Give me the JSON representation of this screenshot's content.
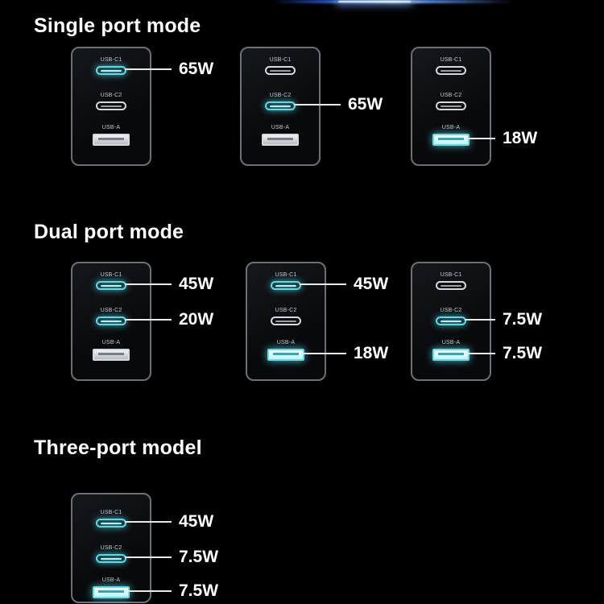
{
  "colors": {
    "background": "#000000",
    "heading_text": "#ffffff",
    "wattage_text": "#ffffff",
    "active_port": "#59dbe9",
    "inactive_port": "#d6dade",
    "charger_outline": "#6a7078",
    "port_label_text": "#c5c9cf",
    "top_streak": "#8fc0ff"
  },
  "sections": [
    {
      "title": "Single port mode",
      "chargers": [
        {
          "ports": [
            {
              "label": "USB-C1",
              "type": "usb-c",
              "active": true,
              "watt": "65W"
            },
            {
              "label": "USB-C2",
              "type": "usb-c",
              "active": false
            },
            {
              "label": "USB-A",
              "type": "usb-a",
              "active": false
            }
          ]
        },
        {
          "ports": [
            {
              "label": "USB-C1",
              "type": "usb-c",
              "active": false
            },
            {
              "label": "USB-C2",
              "type": "usb-c",
              "active": true,
              "watt": "65W"
            },
            {
              "label": "USB-A",
              "type": "usb-a",
              "active": false
            }
          ]
        },
        {
          "ports": [
            {
              "label": "USB-C1",
              "type": "usb-c",
              "active": false
            },
            {
              "label": "USB-C2",
              "type": "usb-c",
              "active": false
            },
            {
              "label": "USB-A",
              "type": "usb-a",
              "active": true,
              "watt": "18W"
            }
          ]
        }
      ]
    },
    {
      "title": "Dual port mode",
      "chargers": [
        {
          "ports": [
            {
              "label": "USB-C1",
              "type": "usb-c",
              "active": true,
              "watt": "45W"
            },
            {
              "label": "USB-C2",
              "type": "usb-c",
              "active": true,
              "watt": "20W"
            },
            {
              "label": "USB-A",
              "type": "usb-a",
              "active": false
            }
          ]
        },
        {
          "ports": [
            {
              "label": "USB-C1",
              "type": "usb-c",
              "active": true,
              "watt": "45W"
            },
            {
              "label": "USB-C2",
              "type": "usb-c",
              "active": false
            },
            {
              "label": "USB-A",
              "type": "usb-a",
              "active": true,
              "watt": "18W"
            }
          ]
        },
        {
          "ports": [
            {
              "label": "USB-C1",
              "type": "usb-c",
              "active": false
            },
            {
              "label": "USB-C2",
              "type": "usb-c",
              "active": true,
              "watt": "7.5W"
            },
            {
              "label": "USB-A",
              "type": "usb-a",
              "active": true,
              "watt": "7.5W"
            }
          ]
        }
      ]
    },
    {
      "title": "Three-port model",
      "chargers": [
        {
          "ports": [
            {
              "label": "USB-C1",
              "type": "usb-c",
              "active": true,
              "watt": "45W"
            },
            {
              "label": "USB-C2",
              "type": "usb-c",
              "active": true,
              "watt": "7.5W"
            },
            {
              "label": "USB-A",
              "type": "usb-a",
              "active": true,
              "watt": "7.5W"
            }
          ]
        }
      ]
    }
  ]
}
